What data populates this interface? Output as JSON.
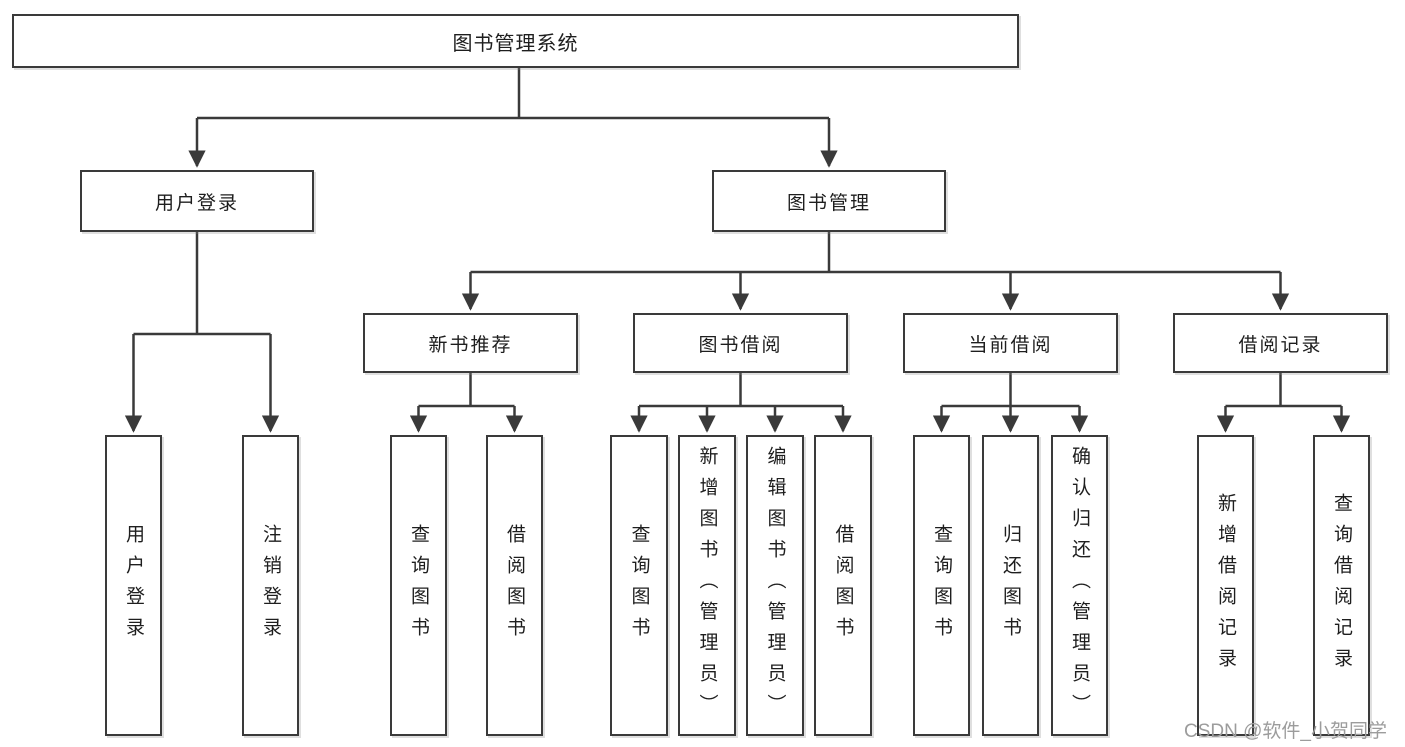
{
  "tree": {
    "root": {
      "label": "图书管理系统",
      "children": [
        {
          "label": "用户登录",
          "children": [
            {
              "label": "用户登录"
            },
            {
              "label": "注销登录"
            }
          ]
        },
        {
          "label": "图书管理",
          "children": [
            {
              "label": "新书推荐",
              "children": [
                {
                  "label": "查询图书"
                },
                {
                  "label": "借阅图书"
                }
              ]
            },
            {
              "label": "图书借阅",
              "children": [
                {
                  "label": "查询图书"
                },
                {
                  "label": "新增图书（管理员）"
                },
                {
                  "label": "编辑图书（管理员）"
                },
                {
                  "label": "借阅图书"
                }
              ]
            },
            {
              "label": "当前借阅",
              "children": [
                {
                  "label": "查询图书"
                },
                {
                  "label": "归还图书"
                },
                {
                  "label": "确认归还（管理员）"
                }
              ]
            },
            {
              "label": "借阅记录",
              "children": [
                {
                  "label": "新增借阅记录"
                },
                {
                  "label": "查询借阅记录"
                }
              ]
            }
          ]
        }
      ]
    }
  },
  "colors": {
    "line": "#3a3a3a",
    "box_border": "#3a3a3a",
    "text": "#1e1e1e",
    "watermark": "#9c9c9c"
  },
  "watermark": "CSDN @软件_小贺同学"
}
